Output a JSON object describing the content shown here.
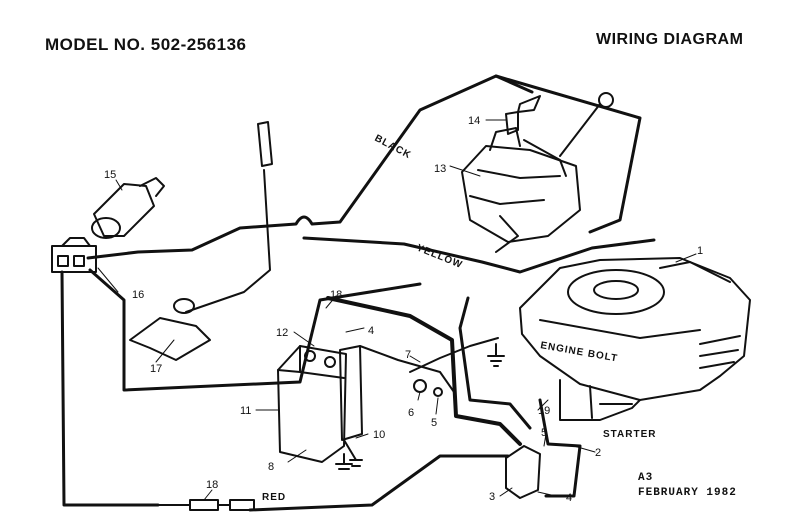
{
  "header": {
    "model": "MODEL NO. 502-256136",
    "title": "WIRING DIAGRAM"
  },
  "callouts": [
    "1",
    "2",
    "3",
    "4",
    "5",
    "6",
    "7",
    "8",
    "10",
    "11",
    "12",
    "13",
    "14",
    "15",
    "16",
    "17",
    "18",
    "19"
  ],
  "wire_labels": {
    "black": "BLACK",
    "yellow": "YELLOW",
    "red": "RED",
    "engine_bolt": "ENGINE BOLT",
    "starter": "STARTER"
  },
  "footer": {
    "code": "A3",
    "date": "FEBRUARY 1982"
  }
}
